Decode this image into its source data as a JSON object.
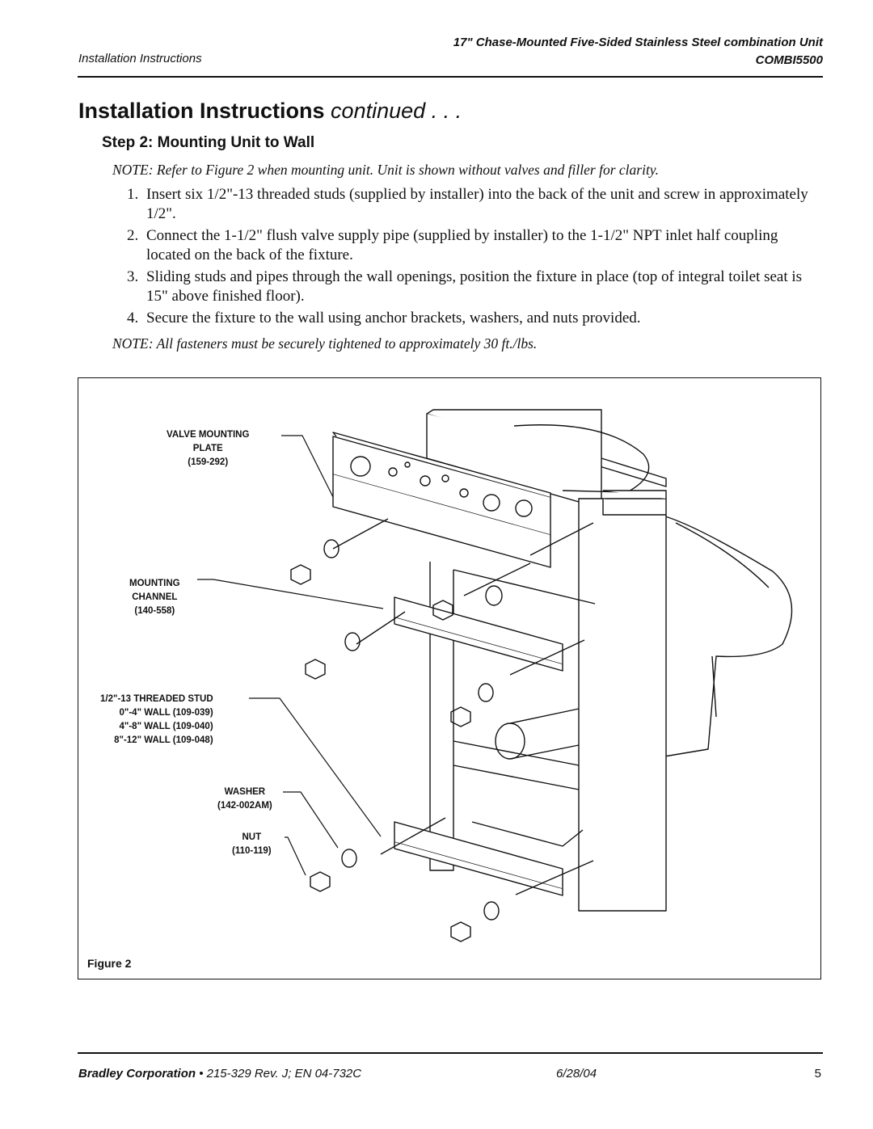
{
  "header": {
    "section": "Installation Instructions",
    "product_title": "17\" Chase-Mounted Five-Sided Stainless Steel combination Unit",
    "model": "COMBI5500"
  },
  "title": {
    "main": "Installation Instructions",
    "continued": "continued . . ."
  },
  "step": {
    "title": "Step 2: Mounting Unit to Wall",
    "note_intro": "NOTE:  Refer to Figure 2 when mounting unit. Unit is shown without valves and filler for clarity.",
    "items": [
      {
        "num": "1.",
        "text": "Insert six 1/2\"-13 threaded studs (supplied by installer) into the back of the unit and screw in approximately 1/2\"."
      },
      {
        "num": "2.",
        "text": "Connect the 1-1/2\" flush valve supply pipe (supplied by installer) to the 1-1/2\" NPT inlet half coupling located on the back of the fixture."
      },
      {
        "num": "3.",
        "text": "Sliding studs and pipes through the wall openings, position the fixture in place (top of integral toilet seat is 15\" above finished floor)."
      },
      {
        "num": "4.",
        "text": "Secure the fixture to the wall using anchor brackets, washers, and nuts provided."
      }
    ],
    "note_fasteners": "NOTE: All fasteners must be securely tightened to approximately 30 ft./lbs."
  },
  "figure": {
    "label": "Figure 2",
    "callouts": {
      "valve_plate": [
        "VALVE MOUNTING",
        "PLATE",
        "(159-292)"
      ],
      "mounting_channel": [
        "MOUNTING",
        "CHANNEL",
        "(140-558)"
      ],
      "threaded_stud": [
        "1/2\"-13 THREADED STUD",
        "0\"-4\" WALL (109-039)",
        "4\"-8\" WALL (109-040)",
        "8\"-12\" WALL (109-048)"
      ],
      "washer": [
        "WASHER",
        "(142-002AM)"
      ],
      "nut": [
        "NUT",
        "(110-119)"
      ]
    }
  },
  "footer": {
    "company": "Bradley Corporation",
    "doc_ref": " • 215-329 Rev. J; EN 04-732C",
    "date": "6/28/04",
    "page": "5"
  }
}
